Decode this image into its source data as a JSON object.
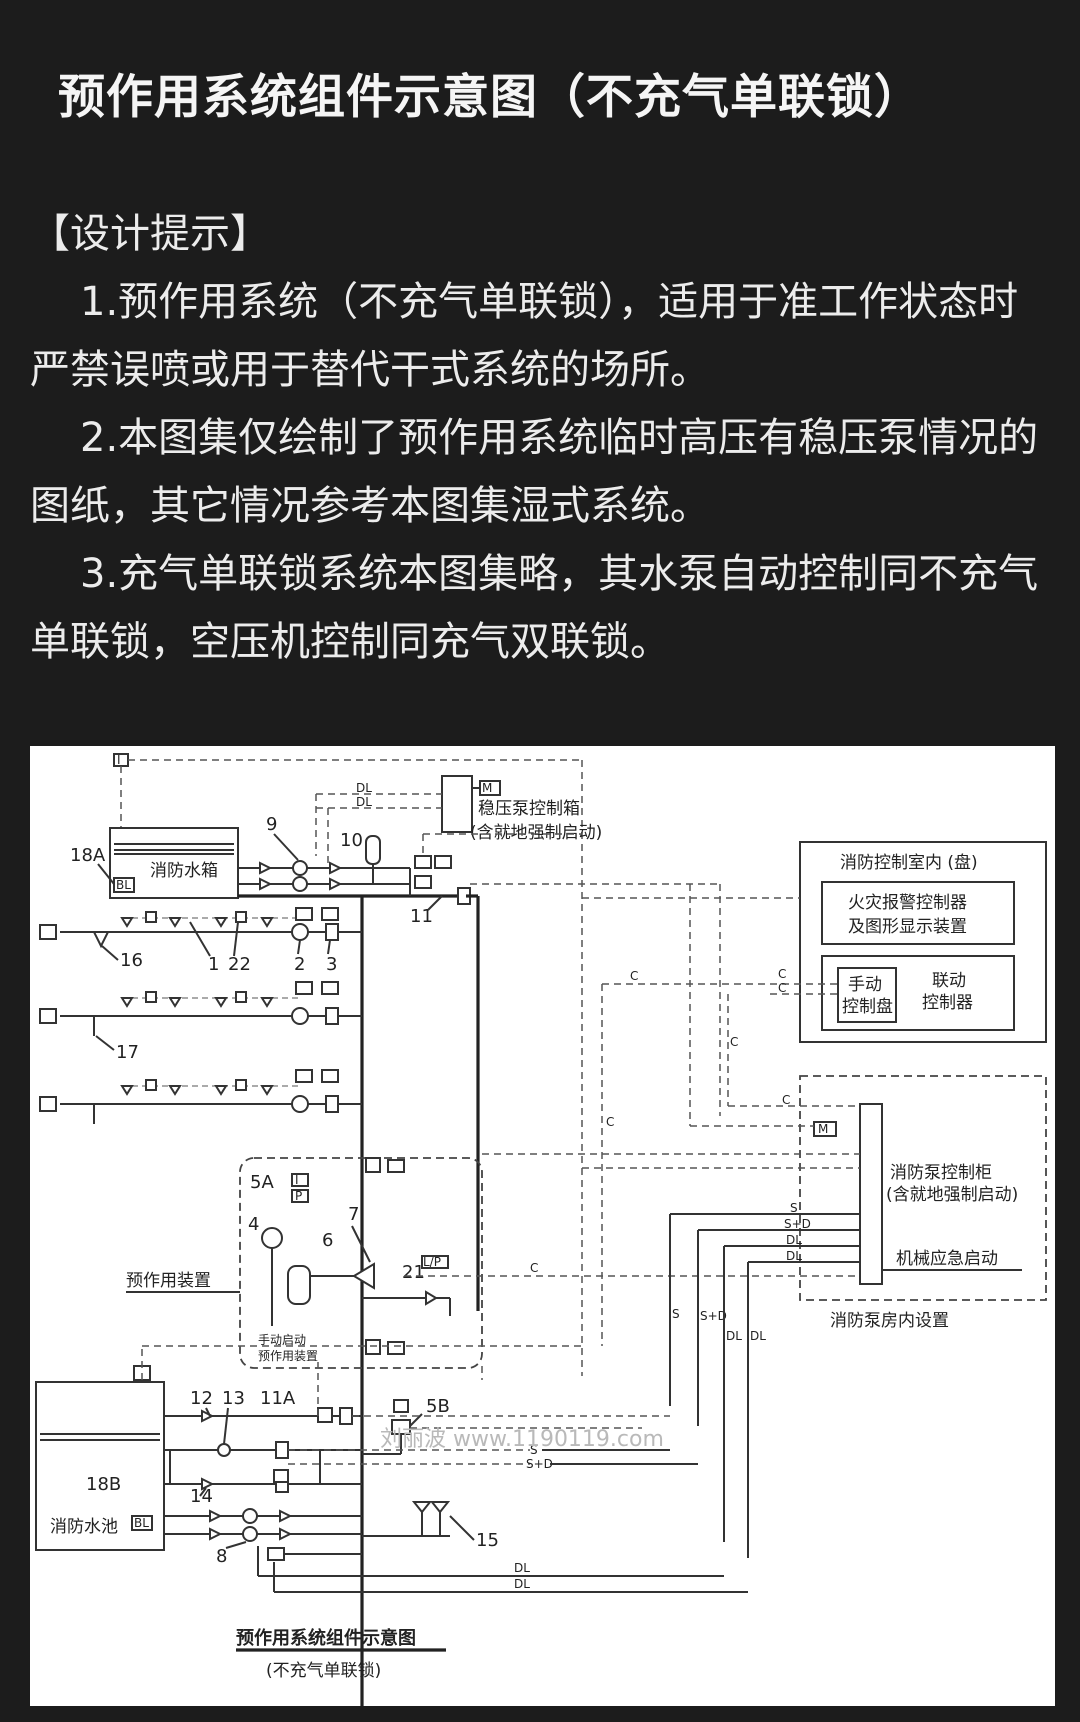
{
  "title": "预作用系统组件示意图（不充气单联锁）",
  "tips": {
    "heading": "【设计提示】",
    "items": [
      "1.预作用系统（不充气单联锁），适用于准工作状态时严禁误喷或用于替代干式系统的场所。",
      "2.本图集仅绘制了预作用系统临时高压有稳压泵情况的图纸，其它情况参考本图集湿式系统。",
      "3.充气单联锁系统本图集略，其水泵自动控制同不充气单联锁，空压机控制同充气双联锁。"
    ]
  },
  "diagram": {
    "labels": {
      "fire_tank": "消防水箱",
      "fire_pool": "消防水池",
      "steady_pump_box_1": "稳压泵控制箱",
      "steady_pump_box_2": "(含就地强制启动)",
      "control_room": "消防控制室内 (盘)",
      "alarm_ctrl_1": "火灾报警控制器",
      "alarm_ctrl_2": "及图形显示装置",
      "manual_panel_1": "手动",
      "manual_panel_2": "控制盘",
      "linkage_1": "联动",
      "linkage_2": "控制器",
      "pump_cabinet_1": "消防泵控制柜",
      "pump_cabinet_2": "(含就地强制启动)",
      "mech_start": "机械应急启动",
      "pump_room": "消防泵房内设置",
      "preaction_device": "预作用装置",
      "manual_start_1": "手动启动",
      "manual_start_2": "预作用装置",
      "caption_1": "预作用系统组件示意图",
      "caption_2": "(不充气单联锁)",
      "watermark": "刘丽波 www.1190119.com"
    },
    "numbers": {
      "n1": "1",
      "n2": "2",
      "n3": "3",
      "n4": "4",
      "n5a": "5A",
      "n5b": "5B",
      "n6": "6",
      "n7": "7",
      "n8": "8",
      "n9": "9",
      "n10": "10",
      "n11": "11",
      "n11a": "11A",
      "n12": "12",
      "n13": "13",
      "n14": "14",
      "n15": "15",
      "n16": "16",
      "n17": "17",
      "n18a": "18A",
      "n18b": "18B",
      "n21": "21",
      "n22": "22"
    },
    "signals": {
      "dl": "DL",
      "c": "C",
      "s": "S",
      "sd": "S+D",
      "m": "M",
      "bl": "BL",
      "i": "I",
      "p": "P",
      "lp": "L/P"
    }
  }
}
